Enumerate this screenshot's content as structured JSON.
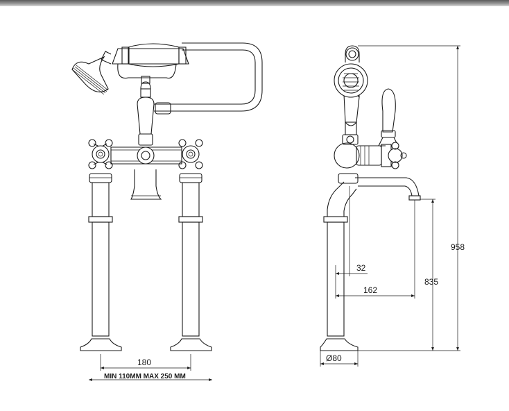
{
  "front_view": {
    "dim_centres": "180",
    "dim_range_note": "MIN 110MM  MAX 250 MM"
  },
  "side_view": {
    "dim_total_height": "958",
    "dim_spout_height": "835",
    "dim_offset_small": "32",
    "dim_spout_reach": "162",
    "dim_base_diameter": "Ø80"
  }
}
